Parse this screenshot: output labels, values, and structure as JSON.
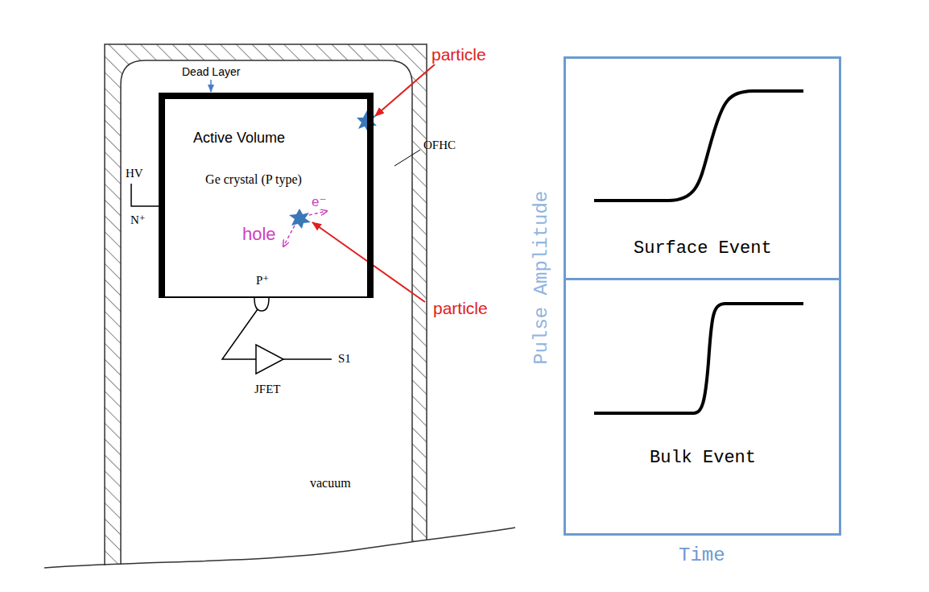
{
  "diagram": {
    "nodes": [
      {
        "text": [
          "Active Volume",
          "Ge crystal (P type)"
        ]
      },
      {
        "text": [
          "Surface Event"
        ]
      },
      {
        "text": [
          "Bulk Event"
        ]
      }
    ],
    "labels": [
      "Dead Layer",
      "particle",
      "HV",
      "N⁺",
      "e⁻",
      "hole",
      "particle",
      "OFHC",
      "P⁺",
      "JFET",
      "S1",
      "vacuum",
      "Pulse Amplitude",
      "Time"
    ]
  }
}
